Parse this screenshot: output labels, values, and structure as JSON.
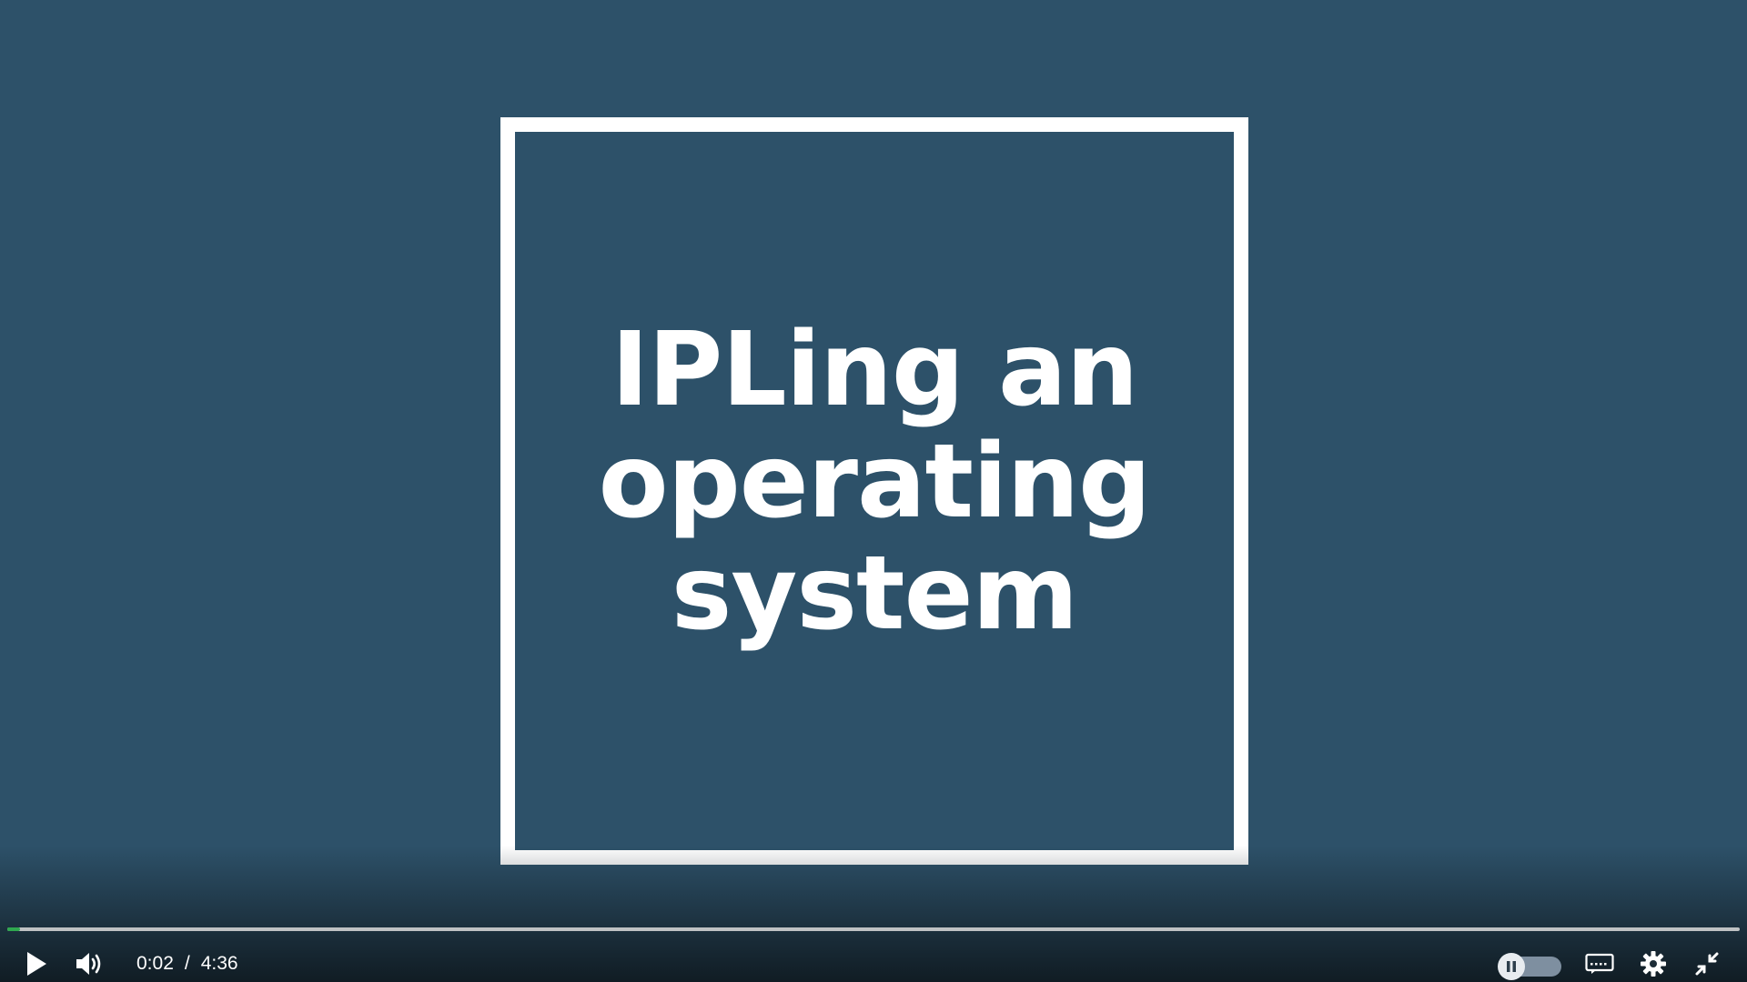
{
  "video": {
    "title_lines": [
      "IPLing an",
      "operating",
      "system"
    ]
  },
  "player": {
    "current_time": "0:02",
    "separator": "/",
    "duration": "4:36",
    "progress_fraction": 0.0072,
    "colors": {
      "background": "#2d5169",
      "progress": "#2fa84f",
      "frame": "#ffffff"
    },
    "icons": {
      "play": "play-icon",
      "volume": "volume-icon",
      "autoplay": "pause-icon",
      "captions": "captions-icon",
      "settings": "gear-icon",
      "exit_fullscreen": "exit-fullscreen-icon"
    }
  }
}
